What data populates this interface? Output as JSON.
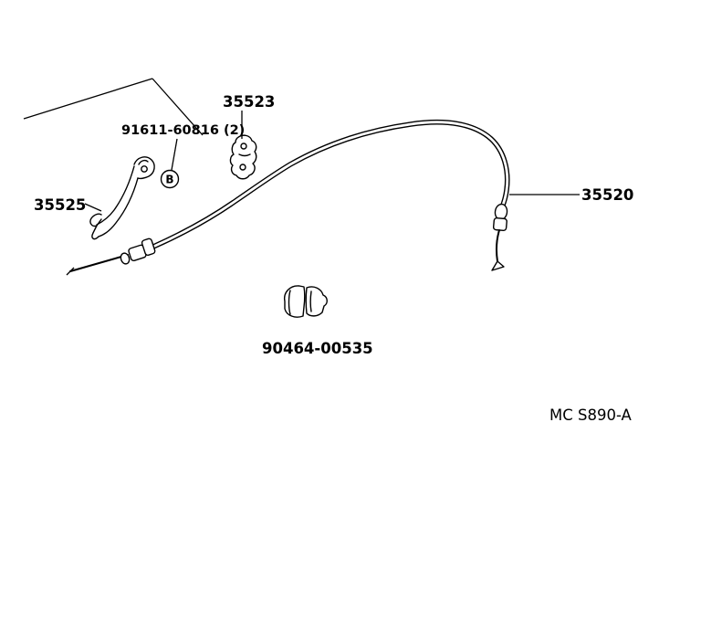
{
  "diagram": {
    "background": "#ffffff",
    "line_color": "#000000",
    "catalog_code": "MC S890-A",
    "labels": {
      "clip": "35523",
      "bolt": "91611-60816 (2)",
      "bolt_marker": "B",
      "bracket": "35525",
      "cable": "35520",
      "clamp": "90464-00535"
    }
  }
}
